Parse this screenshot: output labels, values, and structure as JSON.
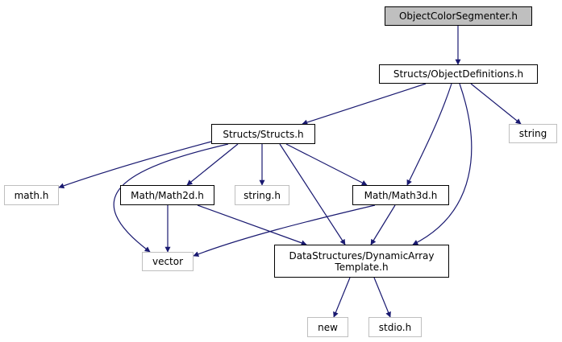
{
  "graph": {
    "edge_color": "#191970",
    "root_fill": "#bfbfbf",
    "external_border": "#bfbfbf",
    "nodes": {
      "root": {
        "lines": [
          "ObjectColorSegmenter.h"
        ]
      },
      "objdefs": {
        "lines": [
          "Structs/ObjectDefinitions.h"
        ]
      },
      "string_std": {
        "lines": [
          "string"
        ]
      },
      "structs": {
        "lines": [
          "Structs/Structs.h"
        ]
      },
      "math_h": {
        "lines": [
          "math.h"
        ]
      },
      "math2d": {
        "lines": [
          "Math/Math2d.h"
        ]
      },
      "string_h": {
        "lines": [
          "string.h"
        ]
      },
      "math3d": {
        "lines": [
          "Math/Math3d.h"
        ]
      },
      "vector": {
        "lines": [
          "vector"
        ]
      },
      "dynarray": {
        "lines": [
          "DataStructures/DynamicArray",
          "Template.h"
        ]
      },
      "new": {
        "lines": [
          "new"
        ]
      },
      "stdio": {
        "lines": [
          "stdio.h"
        ]
      }
    },
    "edges": [
      [
        "root",
        "objdefs"
      ],
      [
        "objdefs",
        "structs"
      ],
      [
        "objdefs",
        "string_std"
      ],
      [
        "objdefs",
        "math3d"
      ],
      [
        "objdefs",
        "dynarray"
      ],
      [
        "structs",
        "math_h"
      ],
      [
        "structs",
        "math2d"
      ],
      [
        "structs",
        "string_h"
      ],
      [
        "structs",
        "math3d"
      ],
      [
        "structs",
        "vector"
      ],
      [
        "structs",
        "dynarray"
      ],
      [
        "math2d",
        "vector"
      ],
      [
        "math2d",
        "dynarray"
      ],
      [
        "math3d",
        "vector"
      ],
      [
        "math3d",
        "dynarray"
      ],
      [
        "dynarray",
        "new"
      ],
      [
        "dynarray",
        "stdio"
      ]
    ]
  }
}
